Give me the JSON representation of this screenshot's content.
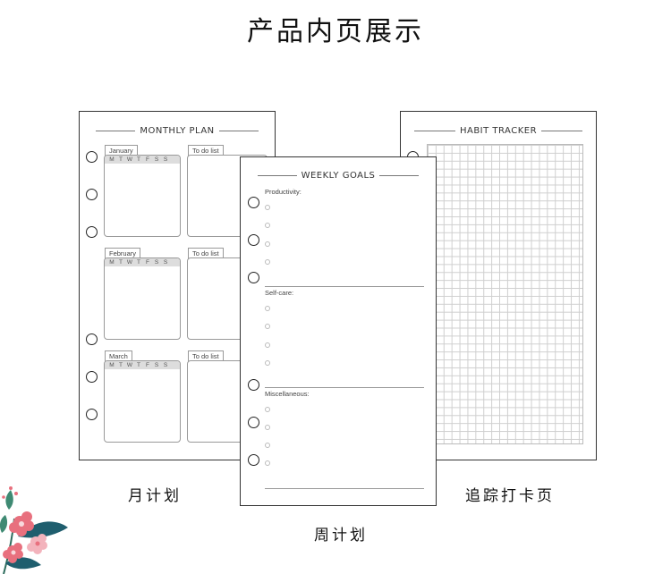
{
  "heading": "产品内页展示",
  "monthly": {
    "title": "MONTHLY PLAN",
    "months": [
      {
        "name": "January",
        "todo": "To do list"
      },
      {
        "name": "February",
        "todo": "To do list"
      },
      {
        "name": "March",
        "todo": "To do list"
      }
    ],
    "weekdays": [
      "M",
      "T",
      "W",
      "T",
      "F",
      "S",
      "S"
    ],
    "caption": "月计划"
  },
  "weekly": {
    "title": "WEEKLY GOALS",
    "sections": [
      "Productivity:",
      "Self-care:",
      "Miscellaneous:"
    ],
    "caption": "周计划"
  },
  "habit": {
    "title": "HABIT TRACKER",
    "caption": "追踪打卡页"
  },
  "colors": {
    "flower_pink": "#e8707e",
    "flower_light": "#f3b3bc",
    "leaf_teal": "#1f5e6e",
    "leaf_green": "#3f8a73"
  }
}
